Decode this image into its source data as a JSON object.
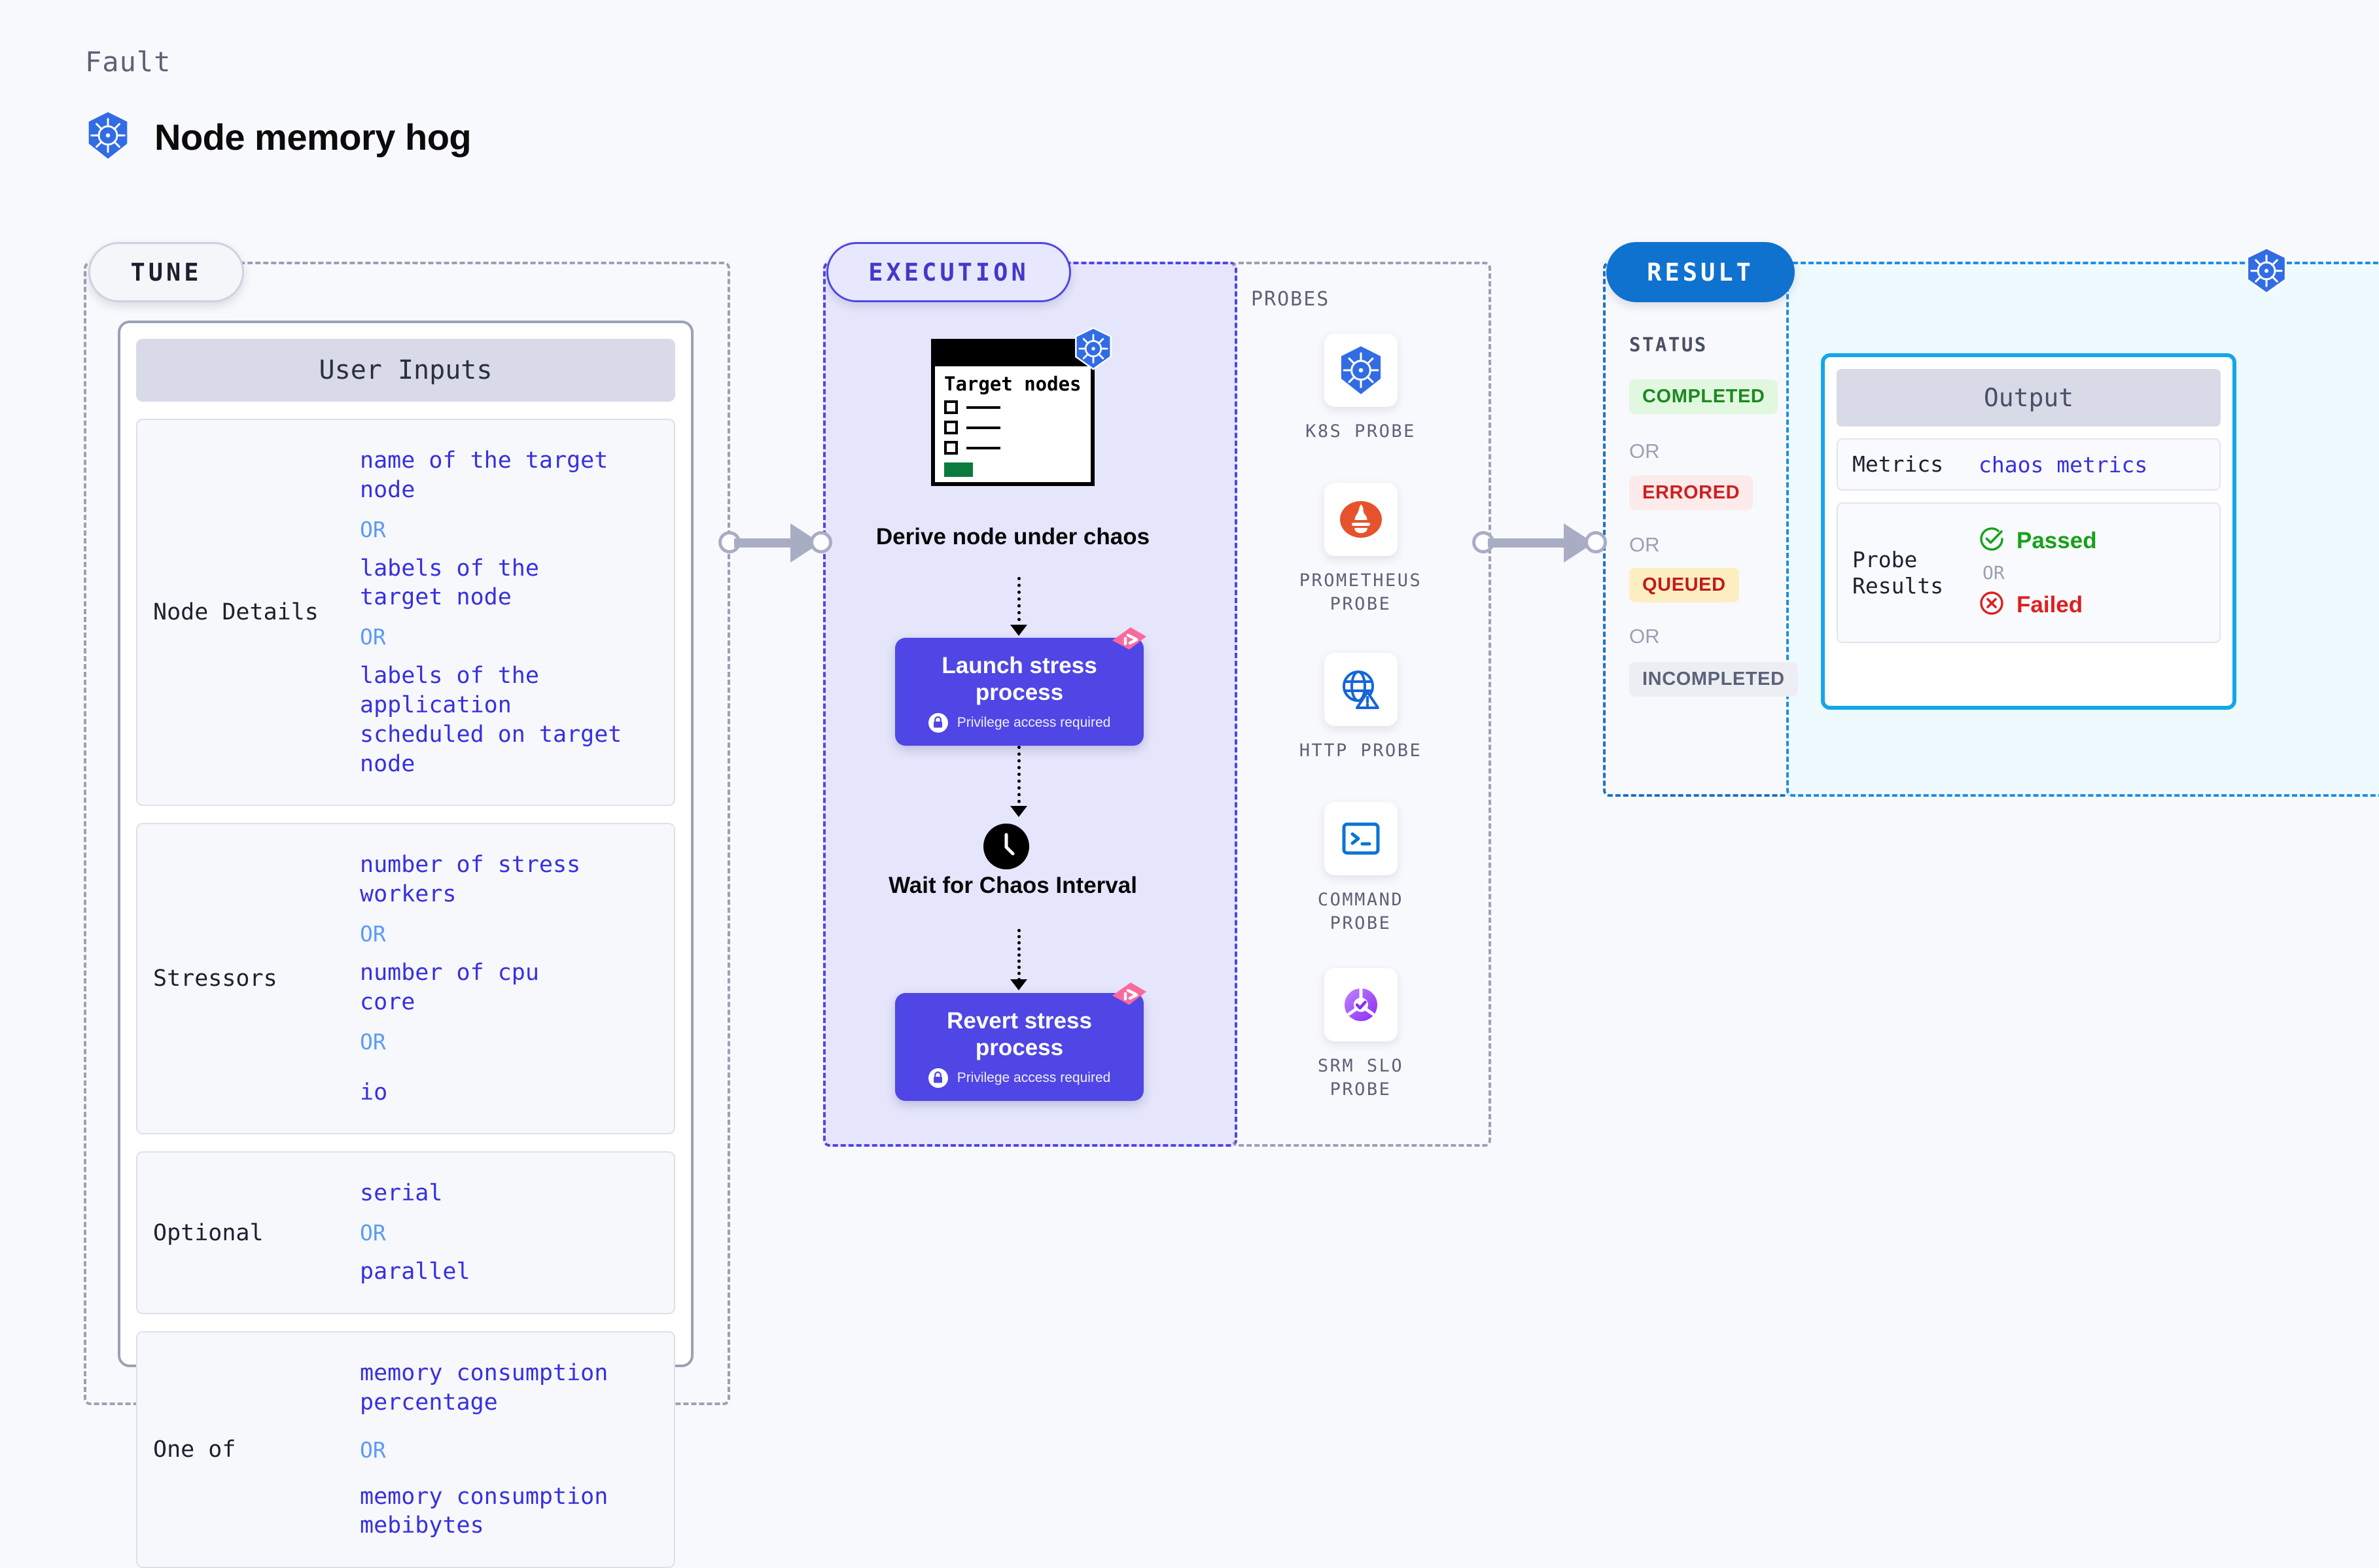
{
  "header": {
    "kicker": "Fault",
    "title": "Node memory hog",
    "icon": "kubernetes-icon"
  },
  "stages": {
    "tune": "TUNE",
    "execution": "EXECUTION",
    "result": "RESULT"
  },
  "tune": {
    "card_title": "User Inputs",
    "rows": [
      {
        "label": "Node Details",
        "items": [
          "name of the target\nnode",
          "OR",
          "labels of the\ntarget node",
          "OR",
          "labels of the application\n scheduled on target node"
        ]
      },
      {
        "label": "Stressors",
        "items": [
          "number of stress\nworkers",
          "OR",
          "number of cpu\ncore",
          "OR",
          "io"
        ]
      },
      {
        "label": "Optional",
        "items": [
          "serial",
          "OR",
          "parallel"
        ]
      },
      {
        "label": "One of",
        "items": [
          "memory consumption\npercentage",
          "OR",
          "memory consumption\nmebibytes"
        ]
      }
    ]
  },
  "execution": {
    "target_card": {
      "title": "Target\nnodes",
      "icon": "kubernetes-icon",
      "checkbox_count": 3
    },
    "steps": [
      {
        "caption": "Derive node under chaos"
      },
      {
        "title": "Launch stress process",
        "subtitle": "Privilege access required",
        "icon": "lock-icon",
        "badge": "chaos-corner-badge"
      },
      {
        "caption": "Wait for Chaos Interval",
        "icon": "clock-icon"
      },
      {
        "title": "Revert stress process",
        "subtitle": "Privilege access required",
        "icon": "lock-icon",
        "badge": "chaos-corner-badge"
      }
    ]
  },
  "probes": {
    "label": "PROBES",
    "items": [
      {
        "name": "K8S PROBE",
        "icon": "kubernetes-icon"
      },
      {
        "name": "PROMETHEUS PROBE",
        "icon": "prometheus-icon"
      },
      {
        "name": "HTTP PROBE",
        "icon": "globe-warning-icon"
      },
      {
        "name": "COMMAND PROBE",
        "icon": "terminal-icon"
      },
      {
        "name": "SRM SLO PROBE",
        "icon": "slo-donut-icon"
      }
    ]
  },
  "result": {
    "status_label": "STATUS",
    "or_label": "OR",
    "statuses": [
      {
        "label": "COMPLETED",
        "bg": "#e2f7e0",
        "fg": "#1a8a1f"
      },
      {
        "label": "ERRORED",
        "bg": "#fdeaea",
        "fg": "#cc2020"
      },
      {
        "label": "QUEUED",
        "bg": "#fdeec2",
        "fg": "#c11b1b"
      },
      {
        "label": "INCOMPLETED",
        "bg": "#eceef4",
        "fg": "#5c6378"
      }
    ]
  },
  "output": {
    "title": "Output",
    "metrics_label": "Metrics",
    "metrics_value": "chaos metrics",
    "probe_results_label": "Probe\nResults",
    "passed_label": "Passed",
    "failed_label": "Failed",
    "or_label": "OR",
    "passed_color": "#17a11b",
    "failed_color": "#dd1f1f"
  },
  "colors": {
    "primary": "#4f46e5",
    "result_blue": "#0f72cf",
    "output_border": "#14a7e8",
    "k8s_blue": "#326ce5"
  }
}
